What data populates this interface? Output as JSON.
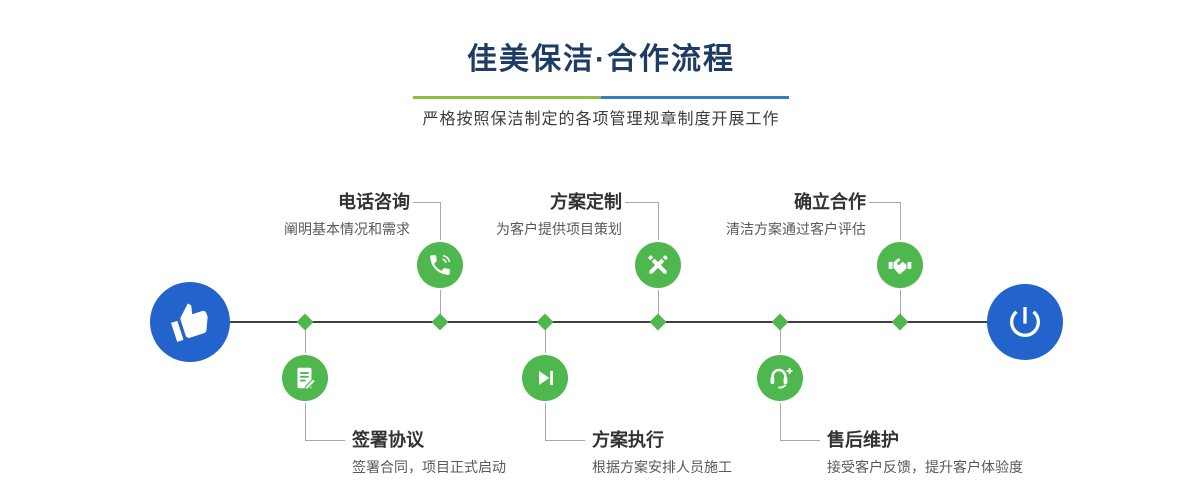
{
  "header": {
    "title": "佳美保洁·合作流程",
    "subtitle": "严格按照保洁制定的各项管理规章制度开展工作"
  },
  "steps_top": [
    {
      "title": "电话咨询",
      "desc": "阐明基本情况和需求",
      "icon": "phone-icon"
    },
    {
      "title": "方案定制",
      "desc": "为客户提供项目策划",
      "icon": "design-pens-icon"
    },
    {
      "title": "确立合作",
      "desc": "清洁方案通过客户评估",
      "icon": "handshake-icon"
    }
  ],
  "steps_bottom": [
    {
      "title": "签署协议",
      "desc": "签署合同，项目正式启动",
      "icon": "contract-sign-icon"
    },
    {
      "title": "方案执行",
      "desc": "根据方案安排人员施工",
      "icon": "play-execute-icon"
    },
    {
      "title": "售后维护",
      "desc": "接受客户反馈，提升客户体验度",
      "icon": "customer-service-icon"
    }
  ],
  "endpoints": {
    "start_icon": "hand-like-icon",
    "end_icon": "power-icon"
  },
  "colors": {
    "title": "#1e3c64",
    "accent_green": "#4eb84e",
    "accent_blue": "#2263cc",
    "divider_green": "#8cbf44",
    "divider_blue": "#2e7fc4",
    "axis_dark": "#3f3f3f",
    "connector_gray": "#a8a8a8"
  }
}
